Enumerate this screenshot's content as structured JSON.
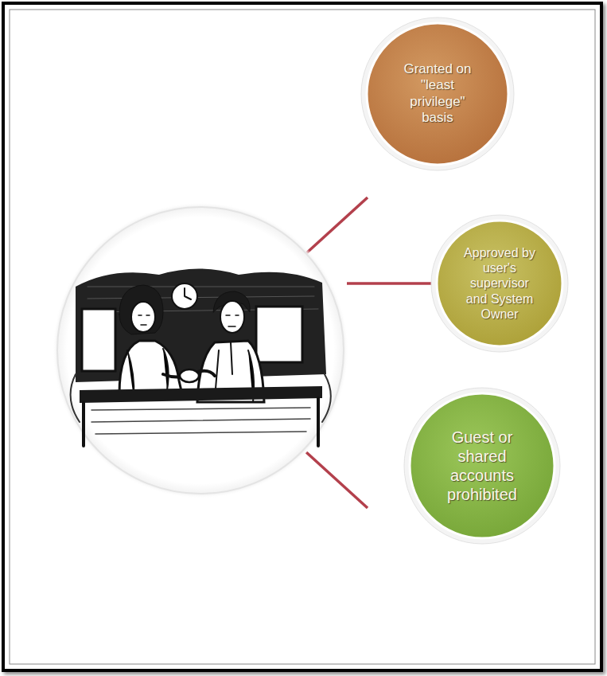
{
  "diagram": {
    "nodes": [
      {
        "text": [
          "Granted on \"least privilege\" basis"
        ]
      },
      {
        "text": [
          "Approved by user's supervisor and System Owner"
        ]
      },
      {
        "text": [
          "Guest or shared accounts prohibited"
        ]
      }
    ]
  }
}
